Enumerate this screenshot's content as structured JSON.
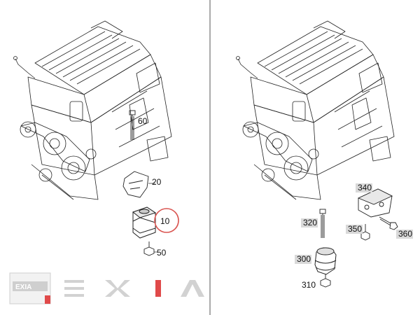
{
  "left_panel": {
    "callouts": [
      {
        "id": "label-60",
        "text": "60"
      },
      {
        "id": "label-20",
        "text": "20"
      },
      {
        "id": "label-10",
        "text": "10",
        "highlighted": true
      },
      {
        "id": "label-50",
        "text": "50"
      }
    ]
  },
  "right_panel": {
    "callouts": [
      {
        "id": "label-340",
        "text": "340"
      },
      {
        "id": "label-320",
        "text": "320"
      },
      {
        "id": "label-350",
        "text": "350"
      },
      {
        "id": "label-360",
        "text": "360"
      },
      {
        "id": "label-300",
        "text": "300"
      },
      {
        "id": "label-310",
        "text": "310"
      }
    ]
  },
  "watermark": {
    "logo_text": "EXIA",
    "wordmark": "EXIA"
  },
  "colors": {
    "line": "#222222",
    "highlight_circle": "#d9534f",
    "watermark": "#cfcfcf",
    "accent_red": "#e04a4a",
    "label_box": "#d9d9d9"
  }
}
